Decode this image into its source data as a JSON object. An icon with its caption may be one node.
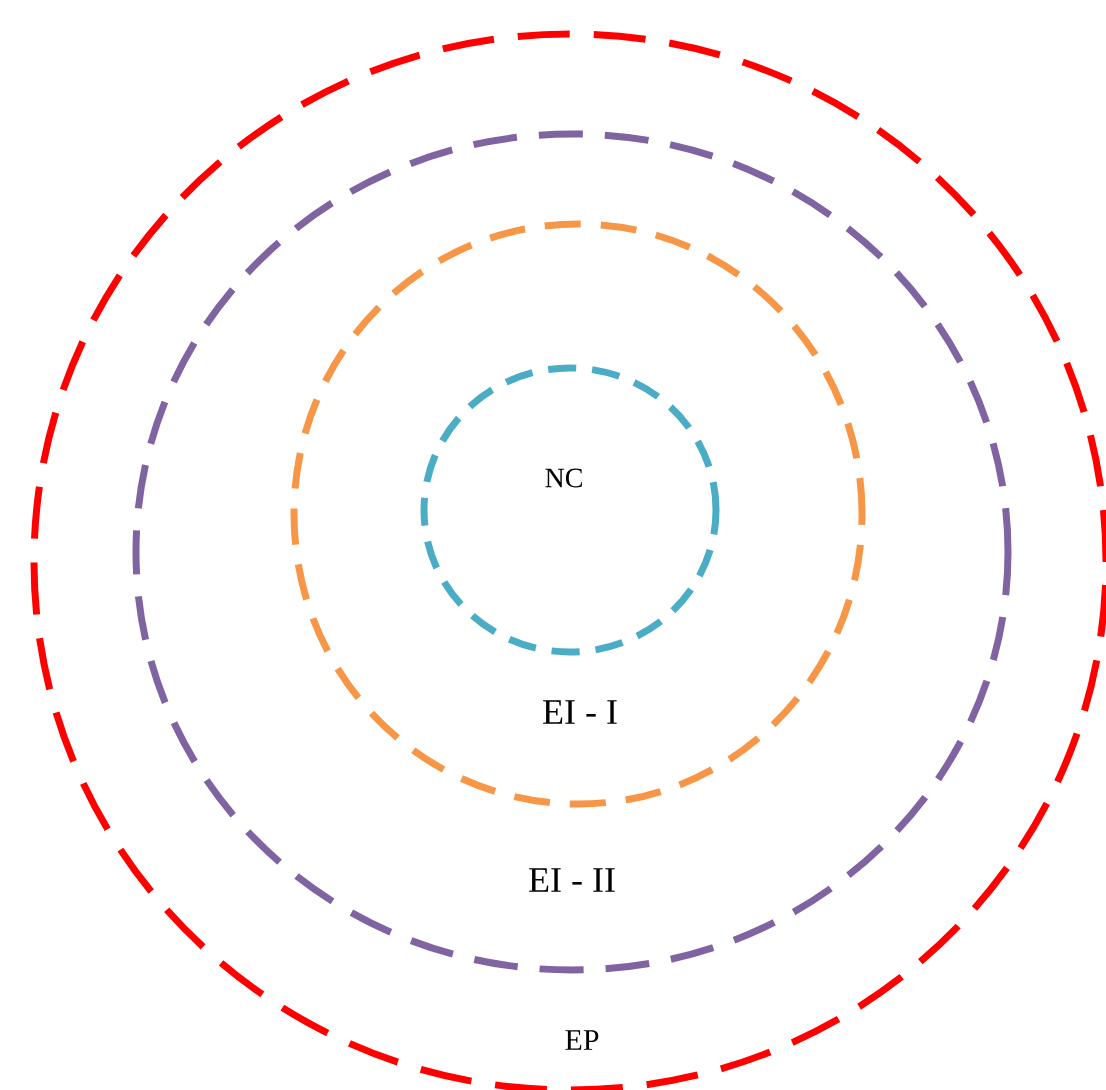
{
  "diagram": {
    "nodes": [
      {
        "text": [
          "EP"
        ]
      },
      {
        "text": [
          "EI - II"
        ],
        "in": 0
      },
      {
        "text": [
          "EI - I"
        ],
        "in": 1
      },
      {
        "text": [
          "NC"
        ],
        "in": 2
      }
    ]
  }
}
